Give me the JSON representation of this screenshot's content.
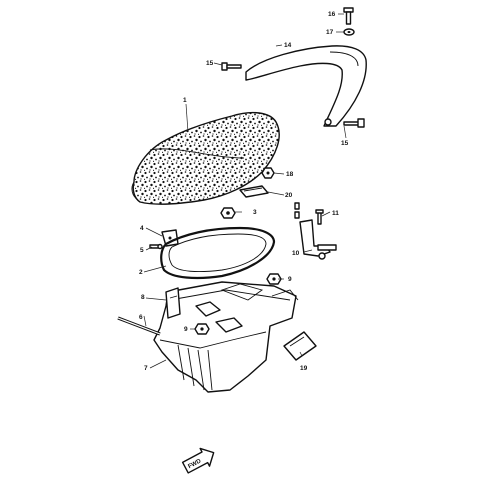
{
  "diagram": {
    "callouts": [
      {
        "key": "c1",
        "text": "1"
      },
      {
        "key": "c2",
        "text": "2"
      },
      {
        "key": "c3",
        "text": "3"
      },
      {
        "key": "c4",
        "text": "4"
      },
      {
        "key": "c5",
        "text": "5"
      },
      {
        "key": "c6",
        "text": "6"
      },
      {
        "key": "c7",
        "text": "7"
      },
      {
        "key": "c8",
        "text": "8"
      },
      {
        "key": "c9a",
        "text": "9"
      },
      {
        "key": "c9b",
        "text": "9"
      },
      {
        "key": "c10",
        "text": "10"
      },
      {
        "key": "c11",
        "text": "11"
      },
      {
        "key": "c14",
        "text": "14"
      },
      {
        "key": "c15a",
        "text": "15"
      },
      {
        "key": "c15b",
        "text": "15"
      },
      {
        "key": "c16",
        "text": "16"
      },
      {
        "key": "c17",
        "text": "17"
      },
      {
        "key": "c18",
        "text": "18"
      },
      {
        "key": "c19",
        "text": "19"
      },
      {
        "key": "c20",
        "text": "20"
      }
    ],
    "fwd_label": "FWD"
  }
}
